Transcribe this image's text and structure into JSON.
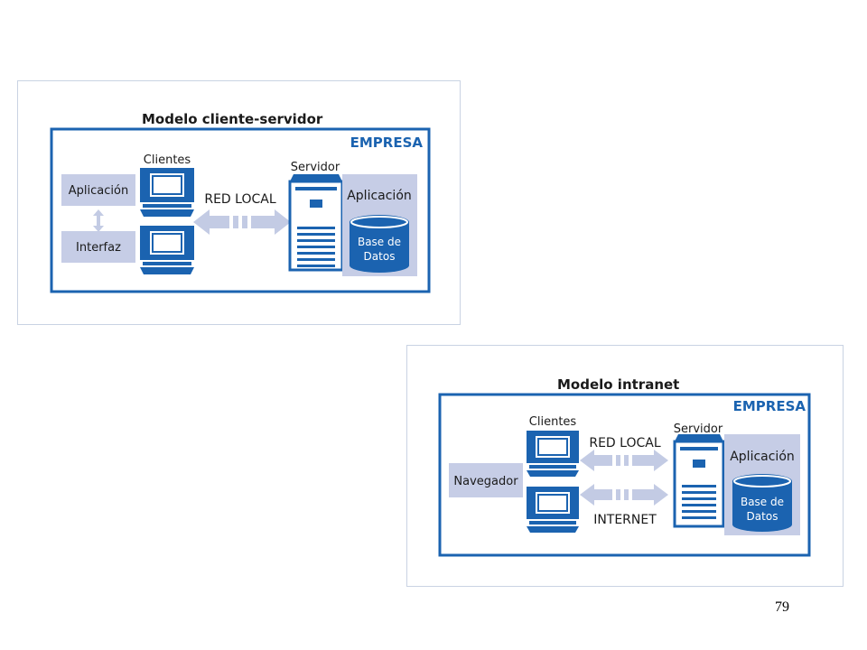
{
  "colors": {
    "brand_blue": "#1b63b0",
    "light_box": "#c6cde6",
    "arrow": "#c3cbe4"
  },
  "diagram1": {
    "title": "Modelo cliente-servidor",
    "company": "EMPRESA",
    "clients_label": "Clientes",
    "server_label": "Servidor",
    "network_label": "RED LOCAL",
    "left_boxes": [
      "Aplicación",
      "Interfaz"
    ],
    "server_app_label": "Aplicación",
    "database_lines": [
      "Base de",
      "Datos"
    ]
  },
  "diagram2": {
    "title": "Modelo intranet",
    "company": "EMPRESA",
    "clients_label": "Clientes",
    "server_label": "Servidor",
    "network_label_top": "RED LOCAL",
    "network_label_bottom": "INTERNET",
    "left_box": "Navegador",
    "server_app_label": "Aplicación",
    "database_lines": [
      "Base de",
      "Datos"
    ]
  },
  "page_number": "79"
}
